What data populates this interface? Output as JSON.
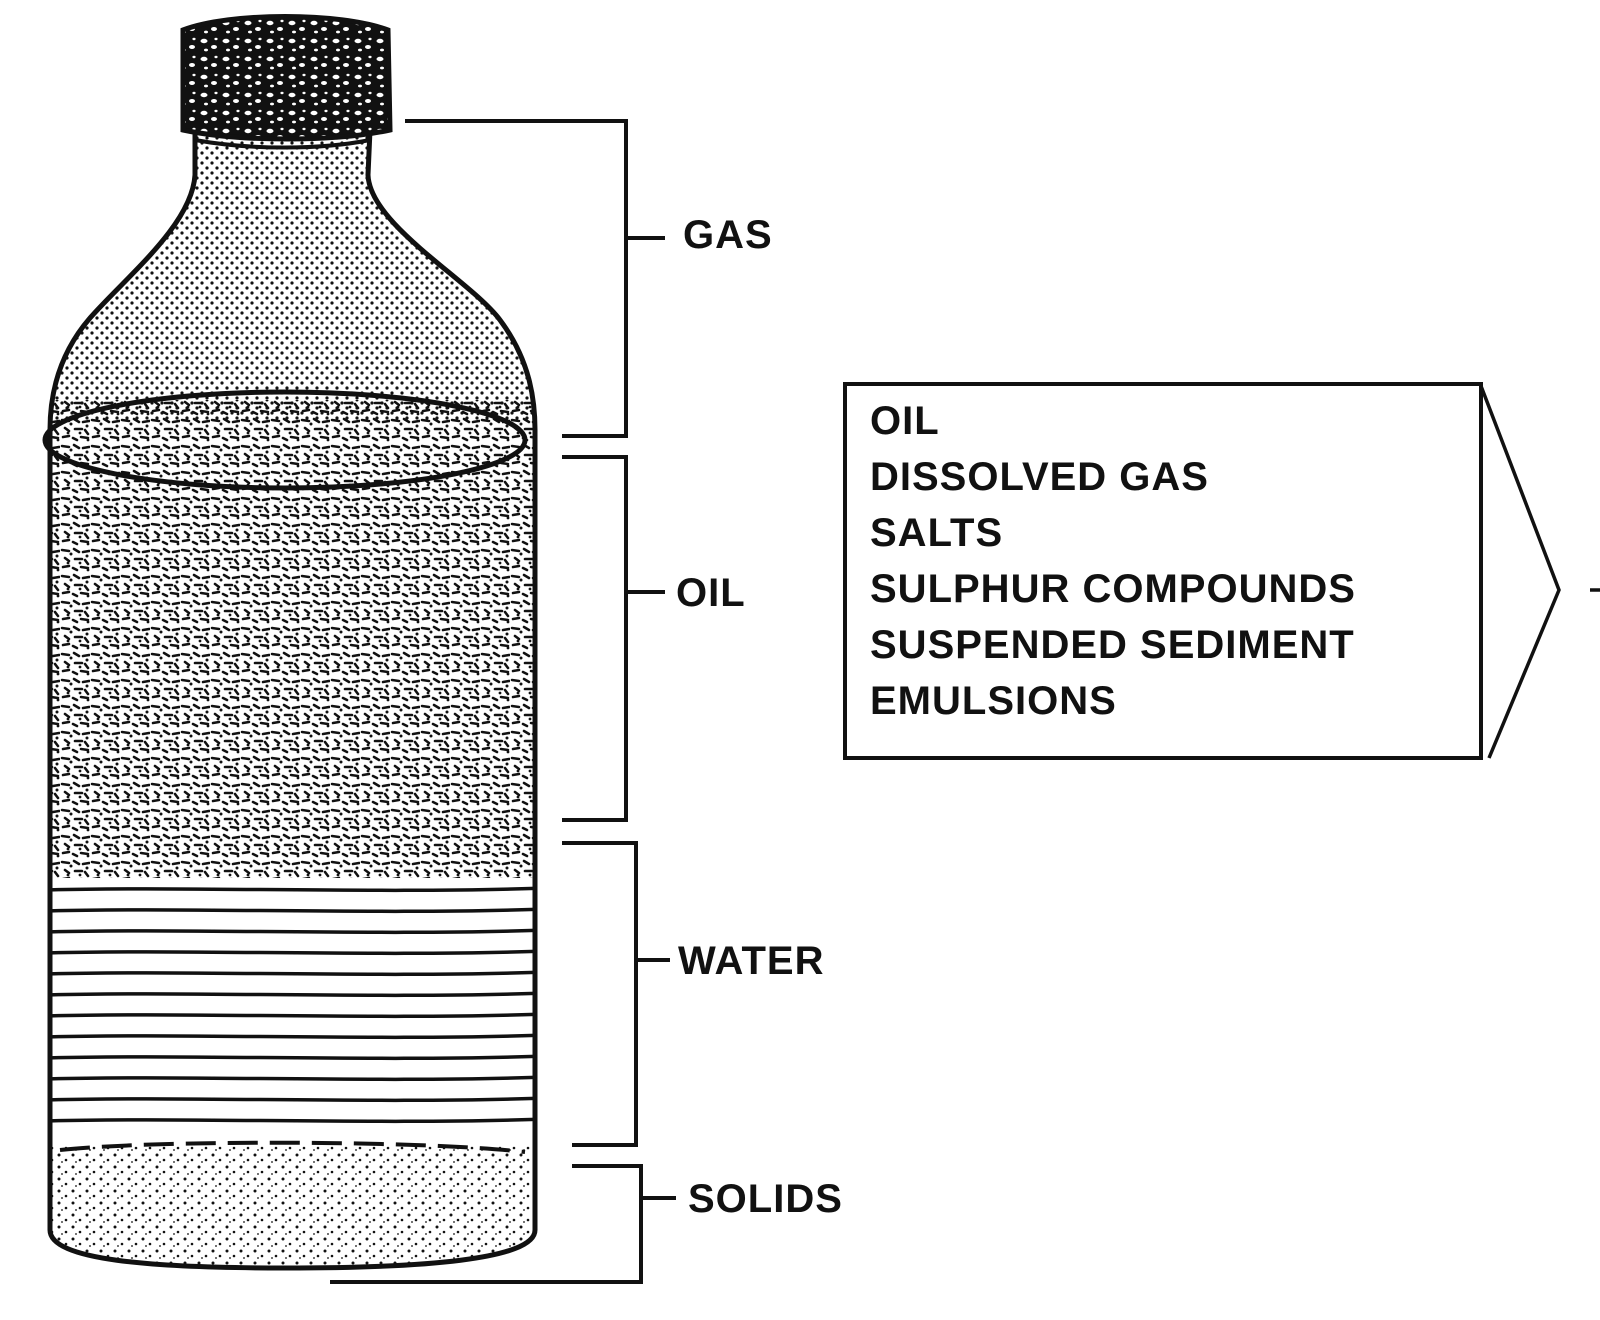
{
  "layers": [
    {
      "id": "gas",
      "label": "GAS"
    },
    {
      "id": "oil",
      "label": "OIL"
    },
    {
      "id": "water",
      "label": "WATER"
    },
    {
      "id": "solids",
      "label": "SOLIDS"
    }
  ],
  "oil_components": [
    "OIL",
    "DISSOLVED GAS",
    "SALTS",
    "SULPHUR COMPOUNDS",
    "SUSPENDED SEDIMENT",
    "EMULSIONS"
  ],
  "colors": {
    "ink": "#111111",
    "paper": "#ffffff"
  },
  "icons": {
    "bottle": "bottle-icon",
    "cork": "cork-icon"
  }
}
